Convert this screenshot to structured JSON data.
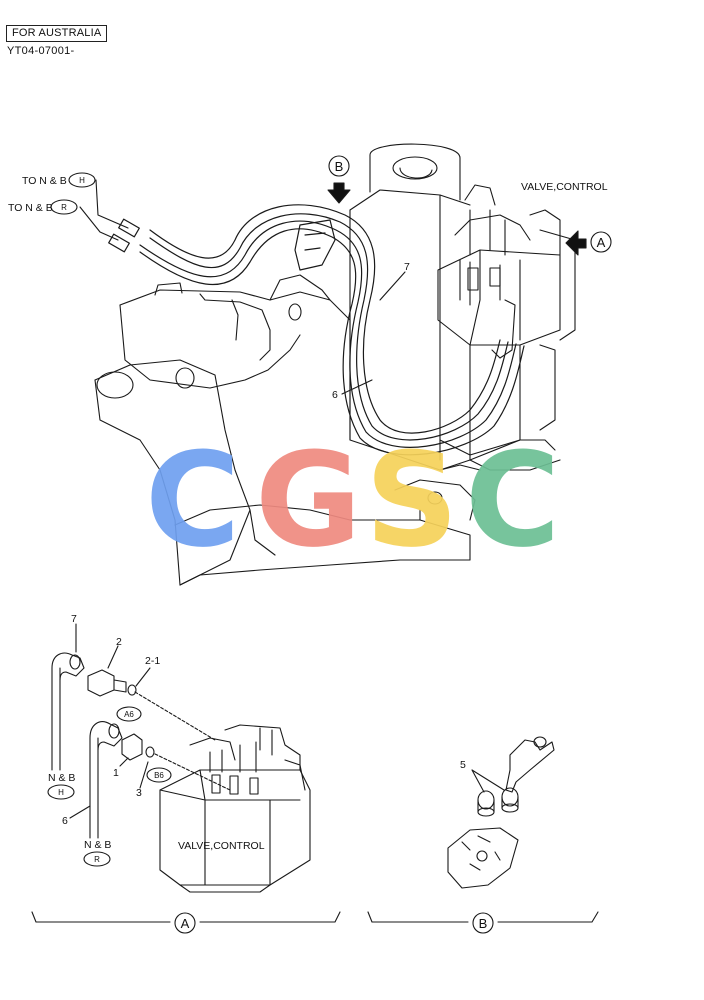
{
  "header": {
    "region": "FOR AUSTRALIA",
    "serial": "YT04-07001-"
  },
  "labels": {
    "to_nb_h": "TO N & B",
    "to_nb_r": "TO N & B",
    "valve_control_top": "VALVE,CONTROL",
    "valve_control_detail": "VALVE,CONTROL",
    "nb_h": "N & B",
    "nb_r": "N & B"
  },
  "circled": {
    "h": "H",
    "r": "R",
    "h2": "H",
    "r2": "R",
    "view_a": "A",
    "view_b": "B",
    "a6": "A6",
    "b6": "B6",
    "bracket_a": "A",
    "bracket_b": "B"
  },
  "parts": {
    "p7_main": "7",
    "p6_main": "6",
    "p7": "7",
    "p2": "2",
    "p2_1": "2-1",
    "p1": "1",
    "p3": "3",
    "p6": "6",
    "p5": "5"
  },
  "watermark": {
    "letters": [
      "C",
      "G",
      "S",
      "C"
    ],
    "colors": [
      "#6fa0f0",
      "#ef8a80",
      "#f6d25a",
      "#6cbf94"
    ]
  }
}
